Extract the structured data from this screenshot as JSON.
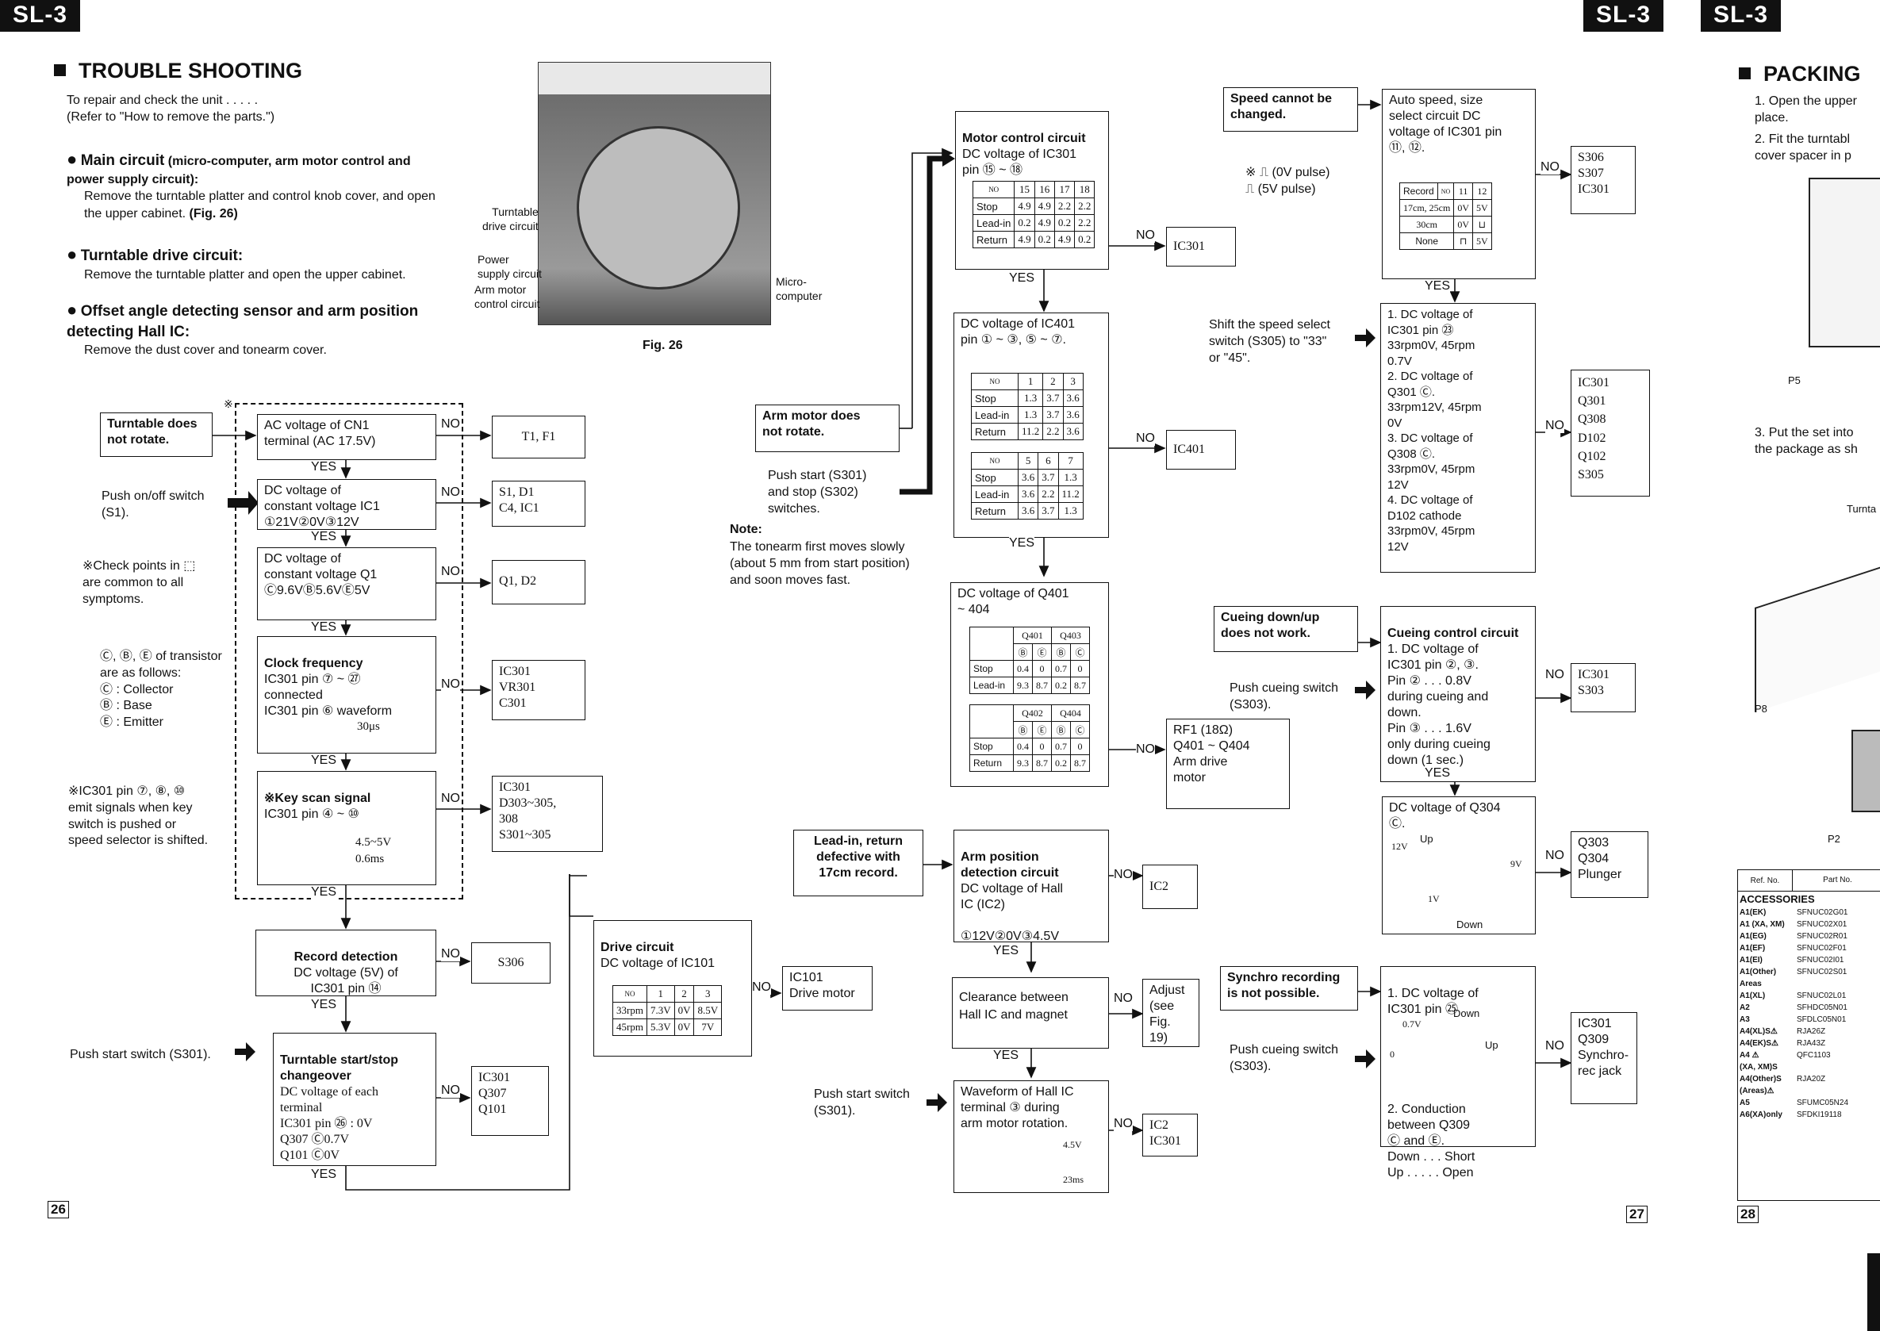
{
  "tags": {
    "left": "SL-3",
    "right1": "SL-3",
    "right2": "SL-3"
  },
  "left": {
    "heading": "TROUBLE SHOOTING",
    "intro": "To repair and check the unit . . . . .\n(Refer to \"How to remove the parts.\")",
    "b1_title": "Main circuit",
    "b1_sub": "(micro-computer, arm motor control and power supply circuit):",
    "b1_body": "Remove the turntable platter and control knob cover, and open the upper cabinet.",
    "b1_fig": "(Fig. 26)",
    "b2_title": "Turntable drive circuit:",
    "b2_body": "Remove the turntable platter and open the upper cabinet.",
    "b3_title": "Offset angle detecting sensor and arm position detecting Hall IC:",
    "b3_body": "Remove the dust cover and tonearm cover.",
    "fig_caption": "Fig. 26",
    "fig_labels": {
      "l1": "Turntable\ndrive circuit",
      "l2": "Power\nsupply circuit",
      "l3": "Arm motor\ncontrol circuit",
      "l4": "Micro-\ncomputer"
    },
    "start_box": "Turntable does\nnot rotate.",
    "push_onoff": "Push on/off switch\n(S1).",
    "note_check": "※Check points in ⬚\n  are common to all\n  symptoms.",
    "note_transistor": "Ⓒ, Ⓑ, Ⓔ of transistor\nare as follows:\nⒸ : Collector\nⒷ : Base\nⒺ : Emitter",
    "note_ic301": "※IC301 pin ⑦, ⑧, ⑩\n  emit signals when key\n  switch is pushed or\n  speed selector is shifted.",
    "push_start": "Push start switch (S301).",
    "c1": "AC voltage of CN1\nterminal (AC 17.5V)",
    "c2": "DC voltage of\nconstant voltage IC1\n①21V②0V③12V",
    "c3": "DC voltage of\nconstant voltage Q1\nⒸ9.6VⒷ5.6VⒺ5V",
    "c4_t": "Clock frequency",
    "c4": "IC301 pin ⑦ ~ ㉗\nconnected\nIC301 pin ⑥ waveform",
    "c4_w": "30μs",
    "c5_t": "※Key scan signal",
    "c5": "IC301 pin ④ ~ ⑩",
    "c5_w": "4.5~5V\n0.6ms",
    "c6_t": "Record detection",
    "c6": "DC voltage (5V) of\nIC301 pin ⑭",
    "c7_t": "Turntable start/stop\nchangeover",
    "c7": "DC voltage of each\nterminal\nIC301 pin ㉖ : 0V\nQ307 Ⓒ0.7V\nQ101 Ⓒ0V",
    "r1": "T1, F1",
    "r2": "S1, D1\nC4, IC1",
    "r3": "Q1, D2",
    "r4": "IC301\nVR301\nC301",
    "r5": "IC301\nD303~305,\n   308\nS301~305",
    "r6": "S306",
    "r7": "IC301\nQ307\nQ101",
    "drive_t": "Drive circuit",
    "drive": "DC voltage of IC101",
    "drive_tbl": {
      "head": [
        "NO",
        "1",
        "2",
        "3"
      ],
      "rows": [
        [
          "33rpm",
          "7.3V",
          "0V",
          "8.5V"
        ],
        [
          "45rpm",
          "5.3V",
          "0V",
          "7V"
        ]
      ]
    },
    "drive_res": "IC101\nDrive motor",
    "page": "26"
  },
  "mid": {
    "arm_box": "Arm motor does\nnot rotate.",
    "push_ss": "Push start (S301)\nand stop (S302)\nswitches.",
    "note_t": "Note:",
    "note": "The tonearm first moves slowly\n(about 5 mm from start position)\nand soon moves fast.",
    "m1_t": "Motor control circuit",
    "m1": "DC voltage of IC301\npin ⑮ ~ ⑱",
    "m1_tbl": {
      "head": [
        "NO",
        "15",
        "16",
        "17",
        "18"
      ],
      "rows": [
        [
          "Stop",
          "4.9",
          "4.9",
          "2.2",
          "2.2"
        ],
        [
          "Lead-in",
          "0.2",
          "4.9",
          "0.2",
          "2.2"
        ],
        [
          "Return",
          "4.9",
          "0.2",
          "4.9",
          "0.2"
        ]
      ]
    },
    "m1_res": "IC301",
    "m2": "DC voltage of IC401\npin ① ~ ③, ⑤ ~ ⑦.",
    "m2_tbl1": {
      "head": [
        "NO",
        "1",
        "2",
        "3"
      ],
      "rows": [
        [
          "Stop",
          "1.3",
          "3.7",
          "3.6"
        ],
        [
          "Lead-in",
          "1.3",
          "3.7",
          "3.6"
        ],
        [
          "Return",
          "11.2",
          "2.2",
          "3.6"
        ]
      ]
    },
    "m2_tbl2": {
      "head": [
        "NO",
        "5",
        "6",
        "7"
      ],
      "rows": [
        [
          "Stop",
          "3.6",
          "3.7",
          "1.3"
        ],
        [
          "Lead-in",
          "3.6",
          "2.2",
          "11.2"
        ],
        [
          "Return",
          "3.6",
          "3.7",
          "1.3"
        ]
      ]
    },
    "m2_res": "IC401",
    "m3": "DC voltage of Q401\n~ 404",
    "m3_tbl1": {
      "h1": [
        "Q401",
        "Q403"
      ],
      "h2": [
        "Ⓑ",
        "Ⓔ",
        "Ⓑ",
        "Ⓒ"
      ],
      "rows": [
        [
          "Stop",
          "0.4",
          "0",
          "0.7",
          "0"
        ],
        [
          "Lead-in",
          "9.3",
          "8.7",
          "0.2",
          "8.7"
        ]
      ]
    },
    "m3_tbl2": {
      "h1": [
        "Q402",
        "Q404"
      ],
      "h2": [
        "Ⓑ",
        "Ⓔ",
        "Ⓑ",
        "Ⓒ"
      ],
      "rows": [
        [
          "Stop",
          "0.4",
          "0",
          "0.7",
          "0"
        ],
        [
          "Return",
          "9.3",
          "8.7",
          "0.2",
          "8.7"
        ]
      ]
    },
    "m3_res": "RF1 (18Ω)\nQ401 ~ Q404\nArm drive\nmotor",
    "lead_box": "Lead-in, return\ndefective with\n17cm record.",
    "push_start": "Push start switch\n(S301).",
    "h1_t": "Arm position\ndetection circuit",
    "h1": "DC voltage of Hall\nIC (IC2)\n\n①12V②0V③4.5V",
    "h1_res": "IC2",
    "h2": "Clearance between\nHall IC and magnet",
    "h2_res": "Adjust\n(see Fig.\n19)",
    "h3": "Waveform of Hall IC\nterminal ③ during\narm motor rotation.",
    "h3_w1": "4.5V",
    "h3_w2": "23ms",
    "h3_res": "IC2\nIC301"
  },
  "right": {
    "speed_box": "Speed cannot be\nchanged.",
    "pulse": "※ ⎍ (0V pulse)\n   ⎍ (5V pulse)",
    "s1": "Auto speed, size\nselect circuit DC\nvoltage of IC301 pin\n⑪, ⑫.",
    "s1_tbl": {
      "head": [
        "Record",
        "NO",
        "11",
        "12"
      ],
      "rows": [
        [
          "17cm, 25cm",
          "0V",
          "5V"
        ],
        [
          "30cm",
          "0V",
          "⊔"
        ],
        [
          "None",
          "⊓",
          "5V"
        ]
      ]
    },
    "s1_res": "S306\nS307\nIC301",
    "shift": "Shift the speed select\nswitch (S305) to \"33\"\nor \"45\".",
    "s2": "1. DC voltage of\n    IC301 pin ㉓\n    33rpm0V, 45rpm\n    0.7V\n2. DC voltage of\n    Q301 Ⓒ.\n    33rpm12V, 45rpm\n    0V\n3. DC voltage of\n    Q308 Ⓒ.\n    33rpm0V, 45rpm\n    12V\n4. DC voltage of\n    D102 cathode\n    33rpm0V, 45rpm\n    12V",
    "s2_res": "IC301\nQ301\nQ308\nD102\nQ102\nS305",
    "cue_box": "Cueing down/up\ndoes not work.",
    "push_cue": "Push cueing switch\n(S303).",
    "q1_t": "Cueing control circuit",
    "q1": "1. DC voltage of\n    IC301 pin ②, ③.\n    Pin ② . . . 0.8V\n    during cueing and\n    down.\n    Pin ③ . . . 1.6V\n    only during cueing\n    down (1 sec.)",
    "q1_res": "IC301\nS303",
    "q2": "DC voltage of Q304\nⒸ.",
    "q2_w": {
      "a": "12V",
      "b": "Up",
      "c": "9V",
      "d": "1V",
      "e": "Down"
    },
    "q2_res": "Q303\nQ304\nPlunger",
    "sync_box": "Synchro recording\nis not possible.",
    "push_cue2": "Push cueing switch\n(S303).",
    "y1": "1. DC voltage of\n    IC301 pin ㉕",
    "y1_w": {
      "a": "0.7V",
      "b": "0",
      "c": "Down",
      "d": "Up"
    },
    "y1b": "2. Conduction\n    between Q309\n    Ⓒ and Ⓔ.\n    Down . . . Short\n    Up . . . . . Open",
    "y_res": "IC301\nQ309\nSynchro-\nrec jack",
    "page": "27"
  },
  "packing": {
    "heading": "PACKING",
    "s1": "1. Open the upper\n    place.",
    "s2": "2. Fit the turntabl\n    cover spacer in p",
    "s3": "3. Put the set into\n    the package as sh",
    "p5": "P5",
    "turnt": "Turnta",
    "p": "P",
    "p8": "P8",
    "p2": "P2",
    "tbl_head": [
      "Ref. No.",
      "Part No."
    ],
    "tbl_title": "ACCESSORIES",
    "tbl_rows": [
      [
        "A1(EK)",
        "SFNUC02G01"
      ],
      [
        "A1 (XA, XM)",
        "SFNUC02X01"
      ],
      [
        "A1(EG)",
        "SFNUC02R01"
      ],
      [
        "A1(EF)",
        "SFNUC02F01"
      ],
      [
        "A1(EI)",
        "SFNUC02I01"
      ],
      [
        "A1(Other) Areas",
        "SFNUC02S01"
      ],
      [
        "A1(XL)",
        "SFNUC02L01"
      ],
      [
        "A2",
        "SFHDC05N01"
      ],
      [
        "A3",
        "SFDLC05N01"
      ],
      [
        "A4(XL)S⚠",
        "RJA26Z"
      ],
      [
        "A4(EK)S⚠",
        "RJA43Z"
      ],
      [
        "A4 ⚠",
        "QFC1103"
      ],
      [
        "(XA, XM)S",
        ""
      ],
      [
        "A4(Other)S (Areas)⚠",
        "RJA20Z"
      ],
      [
        "A5",
        "SFUMC05N24"
      ],
      [
        "A6(XA)only",
        "SFDKI19118"
      ]
    ],
    "page": "28"
  },
  "flow": {
    "yes": "YES",
    "no": "NO"
  }
}
